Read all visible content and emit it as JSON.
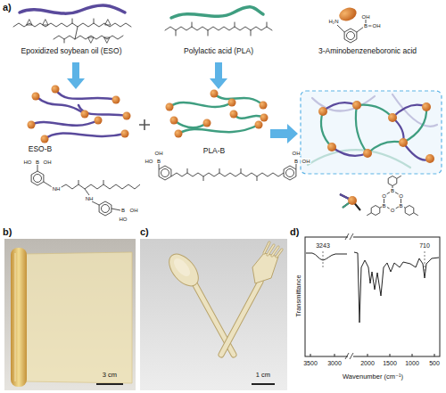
{
  "diagram": {
    "labels": [
      "a)",
      "Epoxidized soybean oil (ESO)",
      "Polylactic acid (PLA)",
      "3-Aminobenzeneboronic acid",
      "H₂N",
      "B",
      "OH",
      "OH",
      "ESO-B",
      "B",
      "HO",
      "OH",
      "NH",
      "NH",
      "B",
      "HO",
      "OH",
      "PLA-B",
      "B",
      "HO",
      "OH",
      "B",
      "OH",
      "OH",
      "B",
      "O",
      "B",
      "O",
      "B",
      "O",
      "b)",
      "3 cm",
      "c)",
      "1 cm",
      "d)",
      "3243",
      "710",
      "Transmittance",
      "3500",
      "3000",
      "2000",
      "1500",
      "1000",
      "500",
      "Wavenumber (cm⁻¹)"
    ]
  }
}
